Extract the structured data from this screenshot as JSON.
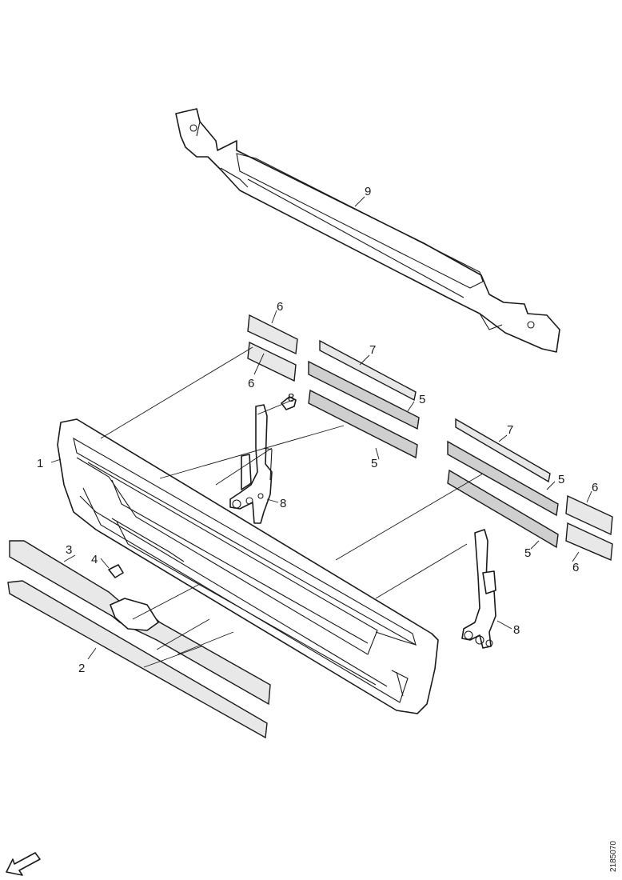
{
  "diagram": {
    "reference_code": "2185070",
    "callouts": {
      "c1": "1",
      "c2": "2",
      "c3": "3",
      "c4": "4",
      "c5a": "5",
      "c5b": "5",
      "c5c": "5",
      "c5d": "5",
      "c6a": "6",
      "c6b": "6",
      "c6c": "6",
      "c6d": "6",
      "c7a": "7",
      "c7b": "7",
      "c8a": "8",
      "c8b": "8",
      "c8c": "8",
      "c9": "9"
    },
    "icons": {
      "direction_arrow": "arrow-down-left-icon"
    }
  }
}
